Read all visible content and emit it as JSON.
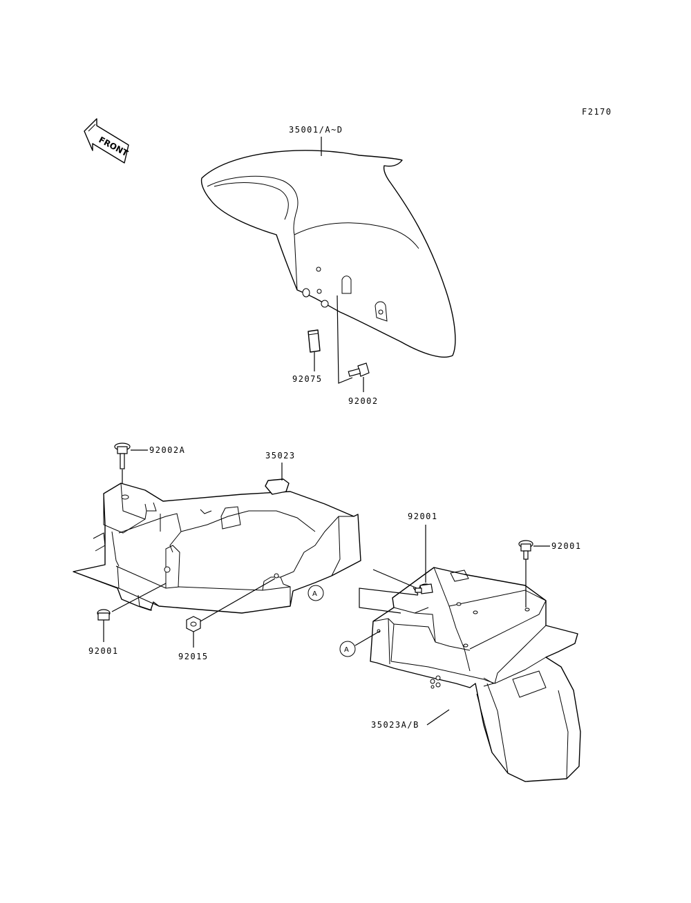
{
  "diagram": {
    "figure_code": "F2170",
    "front_label": "FRONT",
    "callouts": {
      "front_fender": "35001/A~D",
      "pad": "92075",
      "front_bolt": "92002",
      "top_bolt_a": "92002A",
      "rear_inner_fender": "35023",
      "left_bolt": "92001",
      "nut": "92015",
      "mid_bolt": "92001",
      "right_bolt": "92001",
      "rear_fender": "35023A/B",
      "ref_a1": "A",
      "ref_a2": "A"
    }
  }
}
